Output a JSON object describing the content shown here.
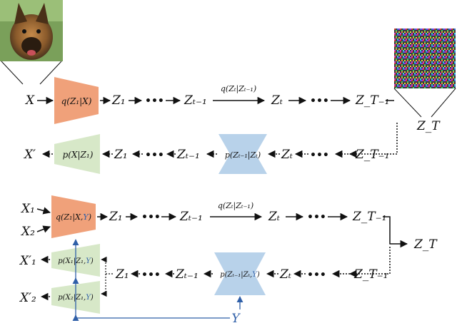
{
  "colors": {
    "encoder": "#f0a17a",
    "decoder": "#d7e8c8",
    "denoiser": "#b8d2ea",
    "condition": "#2f5fa8",
    "noise_bg": "#444444"
  },
  "top": {
    "X": "X",
    "encoder": "q(Z₁|X)",
    "Z1": "Z₁",
    "dots": "•••",
    "Zt1": "Zₜ₋₁",
    "transition": "q(Zₜ|Zₜ₋₁)",
    "Zt": "Zₜ",
    "ZT1": "Z_T₋₁",
    "ZT": "Z_T"
  },
  "reverse": {
    "Xp": "X′",
    "decoder": "p(X|Z₁)",
    "Z1": "Z₁",
    "dots": "•••",
    "Zt1": "Zₜ₋₁",
    "denoiser": "p(Zₜ₋₁|Zₜ)",
    "Zt": "Zₜ",
    "ZT1": "Z_T₋₁"
  },
  "cond_forward": {
    "X1": "X₁",
    "X2": "X₂",
    "encoder_main": "q(Z₁|X,",
    "encoder_y": "Y",
    "encoder_end": ")",
    "Z1": "Z₁",
    "dots": "•••",
    "Zt1": "Zₜ₋₁",
    "transition": "q(Zₜ|Zₜ₋₁)",
    "Zt": "Zₜ",
    "ZT1": "Z_T₋₁",
    "ZT": "Z_T"
  },
  "cond_reverse": {
    "X1p": "X′₁",
    "X2p": "X′₂",
    "dec1_main": "p(X₁|Z₁,",
    "dec1_y": "Y",
    "dec1_end": ")",
    "dec2_main": "p(X₂|Z₁,",
    "dec2_y": "Y",
    "dec2_end": ")",
    "Z1": "Z₁",
    "dots": "•••",
    "Zt1": "Zₜ₋₁",
    "denoiser_main": "p(Zₜ₋₁|Zₜ,",
    "denoiser_y": "Y",
    "denoiser_end": ")",
    "Zt": "Zₜ",
    "ZT1": "Z_T₋₁",
    "Y": "Y"
  }
}
